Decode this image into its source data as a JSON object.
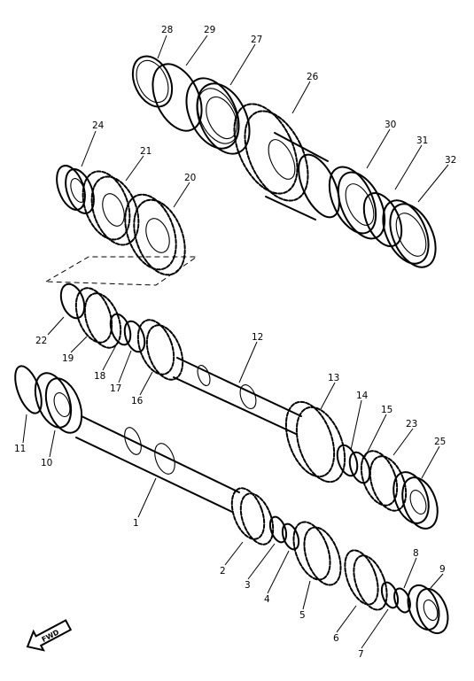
{
  "callouts": [
    {
      "id": "p28",
      "text": "28"
    },
    {
      "id": "p29",
      "text": "29"
    },
    {
      "id": "p27",
      "text": "27"
    },
    {
      "id": "p26",
      "text": "26"
    },
    {
      "id": "p24",
      "text": "24"
    },
    {
      "id": "p21",
      "text": "21"
    },
    {
      "id": "p20",
      "text": "20"
    },
    {
      "id": "p30",
      "text": "30"
    },
    {
      "id": "p31",
      "text": "31"
    },
    {
      "id": "p32",
      "text": "32"
    },
    {
      "id": "p22",
      "text": "22"
    },
    {
      "id": "p19",
      "text": "19"
    },
    {
      "id": "p18",
      "text": "18"
    },
    {
      "id": "p17",
      "text": "17"
    },
    {
      "id": "p16",
      "text": "16"
    },
    {
      "id": "p12",
      "text": "12"
    },
    {
      "id": "p13",
      "text": "13"
    },
    {
      "id": "p14",
      "text": "14"
    },
    {
      "id": "p15",
      "text": "15"
    },
    {
      "id": "p23",
      "text": "23"
    },
    {
      "id": "p25",
      "text": "25"
    },
    {
      "id": "p11",
      "text": "11"
    },
    {
      "id": "p10",
      "text": "10"
    },
    {
      "id": "p1",
      "text": "1"
    },
    {
      "id": "p2",
      "text": "2"
    },
    {
      "id": "p3",
      "text": "3"
    },
    {
      "id": "p4",
      "text": "4"
    },
    {
      "id": "p5",
      "text": "5"
    },
    {
      "id": "p6",
      "text": "6"
    },
    {
      "id": "p7",
      "text": "7"
    },
    {
      "id": "p8",
      "text": "8"
    },
    {
      "id": "p9",
      "text": "9"
    }
  ],
  "front_arrow": {
    "label": "FWD",
    "icon": "front-direction-arrow-icon"
  }
}
